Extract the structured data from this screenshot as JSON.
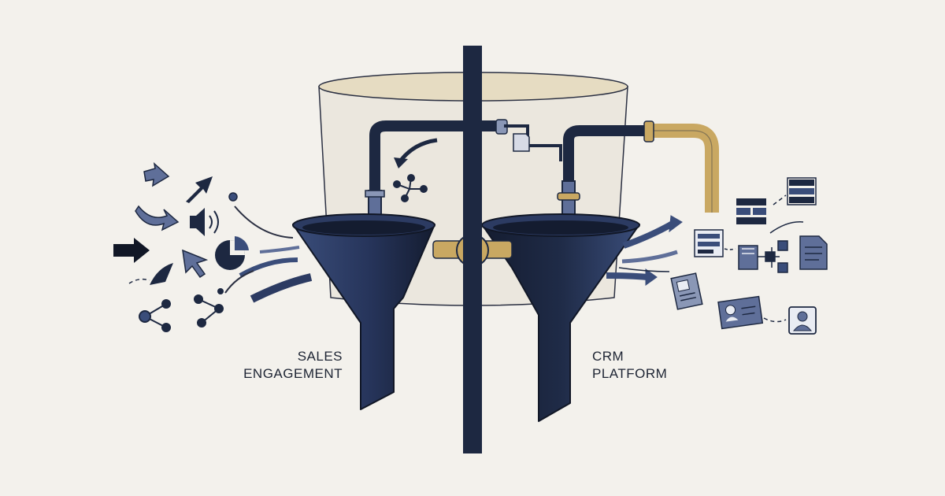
{
  "labels": {
    "left": [
      "SALES",
      "ENGAGEMENT"
    ],
    "right": [
      "CRM",
      "PLATFORM"
    ]
  },
  "colors": {
    "background": "#f3f1ec",
    "navy": "#1d2841",
    "slate": "#3a4d7a",
    "muted_blue": "#5f6f99",
    "gold": "#c9a862",
    "tank_fill": "#ebe7de",
    "line": "#2b3042"
  },
  "icons": {
    "left_inputs": [
      "arrow-icon",
      "cursor-icon",
      "speaker-icon",
      "pie-chart-icon",
      "network-icon",
      "send-icon"
    ],
    "right_outputs": [
      "table-icon",
      "form-icon",
      "flowchart-icon",
      "document-icon",
      "contact-card-icon",
      "user-profile-icon"
    ]
  }
}
